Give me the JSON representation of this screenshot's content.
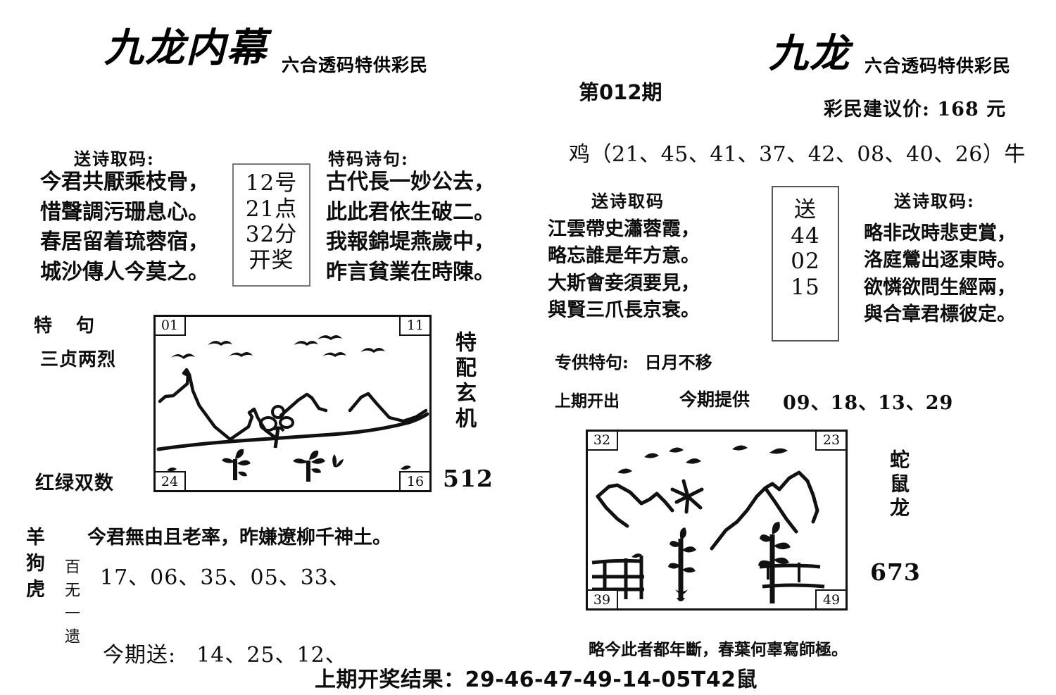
{
  "left_panel": {
    "brand": "九龙内幕",
    "brand_sub": "六合透码特供彩民",
    "send_poem_label": "送诗取码:",
    "send_poem_lines": [
      "今君共厭乘枝骨，",
      "惜聲調污珊息心。",
      "春居留着琉蓉宿，",
      "城沙傳人今莫之。"
    ],
    "code_box": [
      "12号",
      "21点",
      "32分",
      "开奖"
    ],
    "special_poem_label": "特码诗句:",
    "special_poem_lines": [
      "古代長一妙公去，",
      "此此君依生破二。",
      "我報錦堤燕歲中，",
      "昨言貧業在時陳。"
    ],
    "te_ju_label": "特　句",
    "te_ju_value": "三贞两烈",
    "color_hint": "红绿双数",
    "side_vertical": "特配玄机",
    "side_number": "512",
    "picture_corners": {
      "tl": "01",
      "tr": "11",
      "bl": "24",
      "br": "16"
    },
    "zodiacs": [
      "羊",
      "狗",
      "虎"
    ],
    "slogan_vertical": "百无一遗",
    "bottom_poem": "今君無由且老率，昨嫌遼柳千神土。",
    "bottom_numbers": "17、06、35、05、33、",
    "this_period_label": "今期送:",
    "this_period_numbers": "14、25、12、"
  },
  "right_panel": {
    "brand": "九龙",
    "brand_sub": "六合透码特供彩民",
    "period": "第012期",
    "price_label": "彩民建议价:",
    "price_value": "168 元",
    "price_full": "彩民建议价:  168 元",
    "zodiac_line": "鸡（21、45、41、37、42、08、40、26）牛",
    "send_poem_label_left": "送诗取码",
    "send_poem_lines_left": [
      "江雲帶史瀟蓉霞，",
      "略忘誰是年方意。",
      "大斯會妾須要見，",
      "與賢三爪長京衰。"
    ],
    "code_box": [
      "送",
      "44",
      "02",
      "15"
    ],
    "send_poem_label_right": "送诗取码:",
    "send_poem_lines_right": [
      "略非改時悲吏賞，",
      "洛庭鶯出逐東時。",
      "欲憐欲問生經兩，",
      "與合章君標彼定。"
    ],
    "special_line_label": "专供特句:",
    "special_line_value": "日月不移",
    "last_period_label": "上期开出",
    "this_period_label": "今期提供",
    "this_period_numbers": "09、18、13、29",
    "picture_corners": {
      "tl": "32",
      "tr": "23",
      "bl": "39",
      "br": "49"
    },
    "side_vertical": "蛇鼠龙",
    "side_number": "673",
    "picture_caption": "略今此者都年斷，春葉何辜寫師極。"
  },
  "footer": {
    "result": "上期开奖结果：29-46-47-49-14-05T42鼠"
  },
  "colors": {
    "ink": "#0d0d0d",
    "paper": "#ffffff",
    "frame": "#111111"
  }
}
